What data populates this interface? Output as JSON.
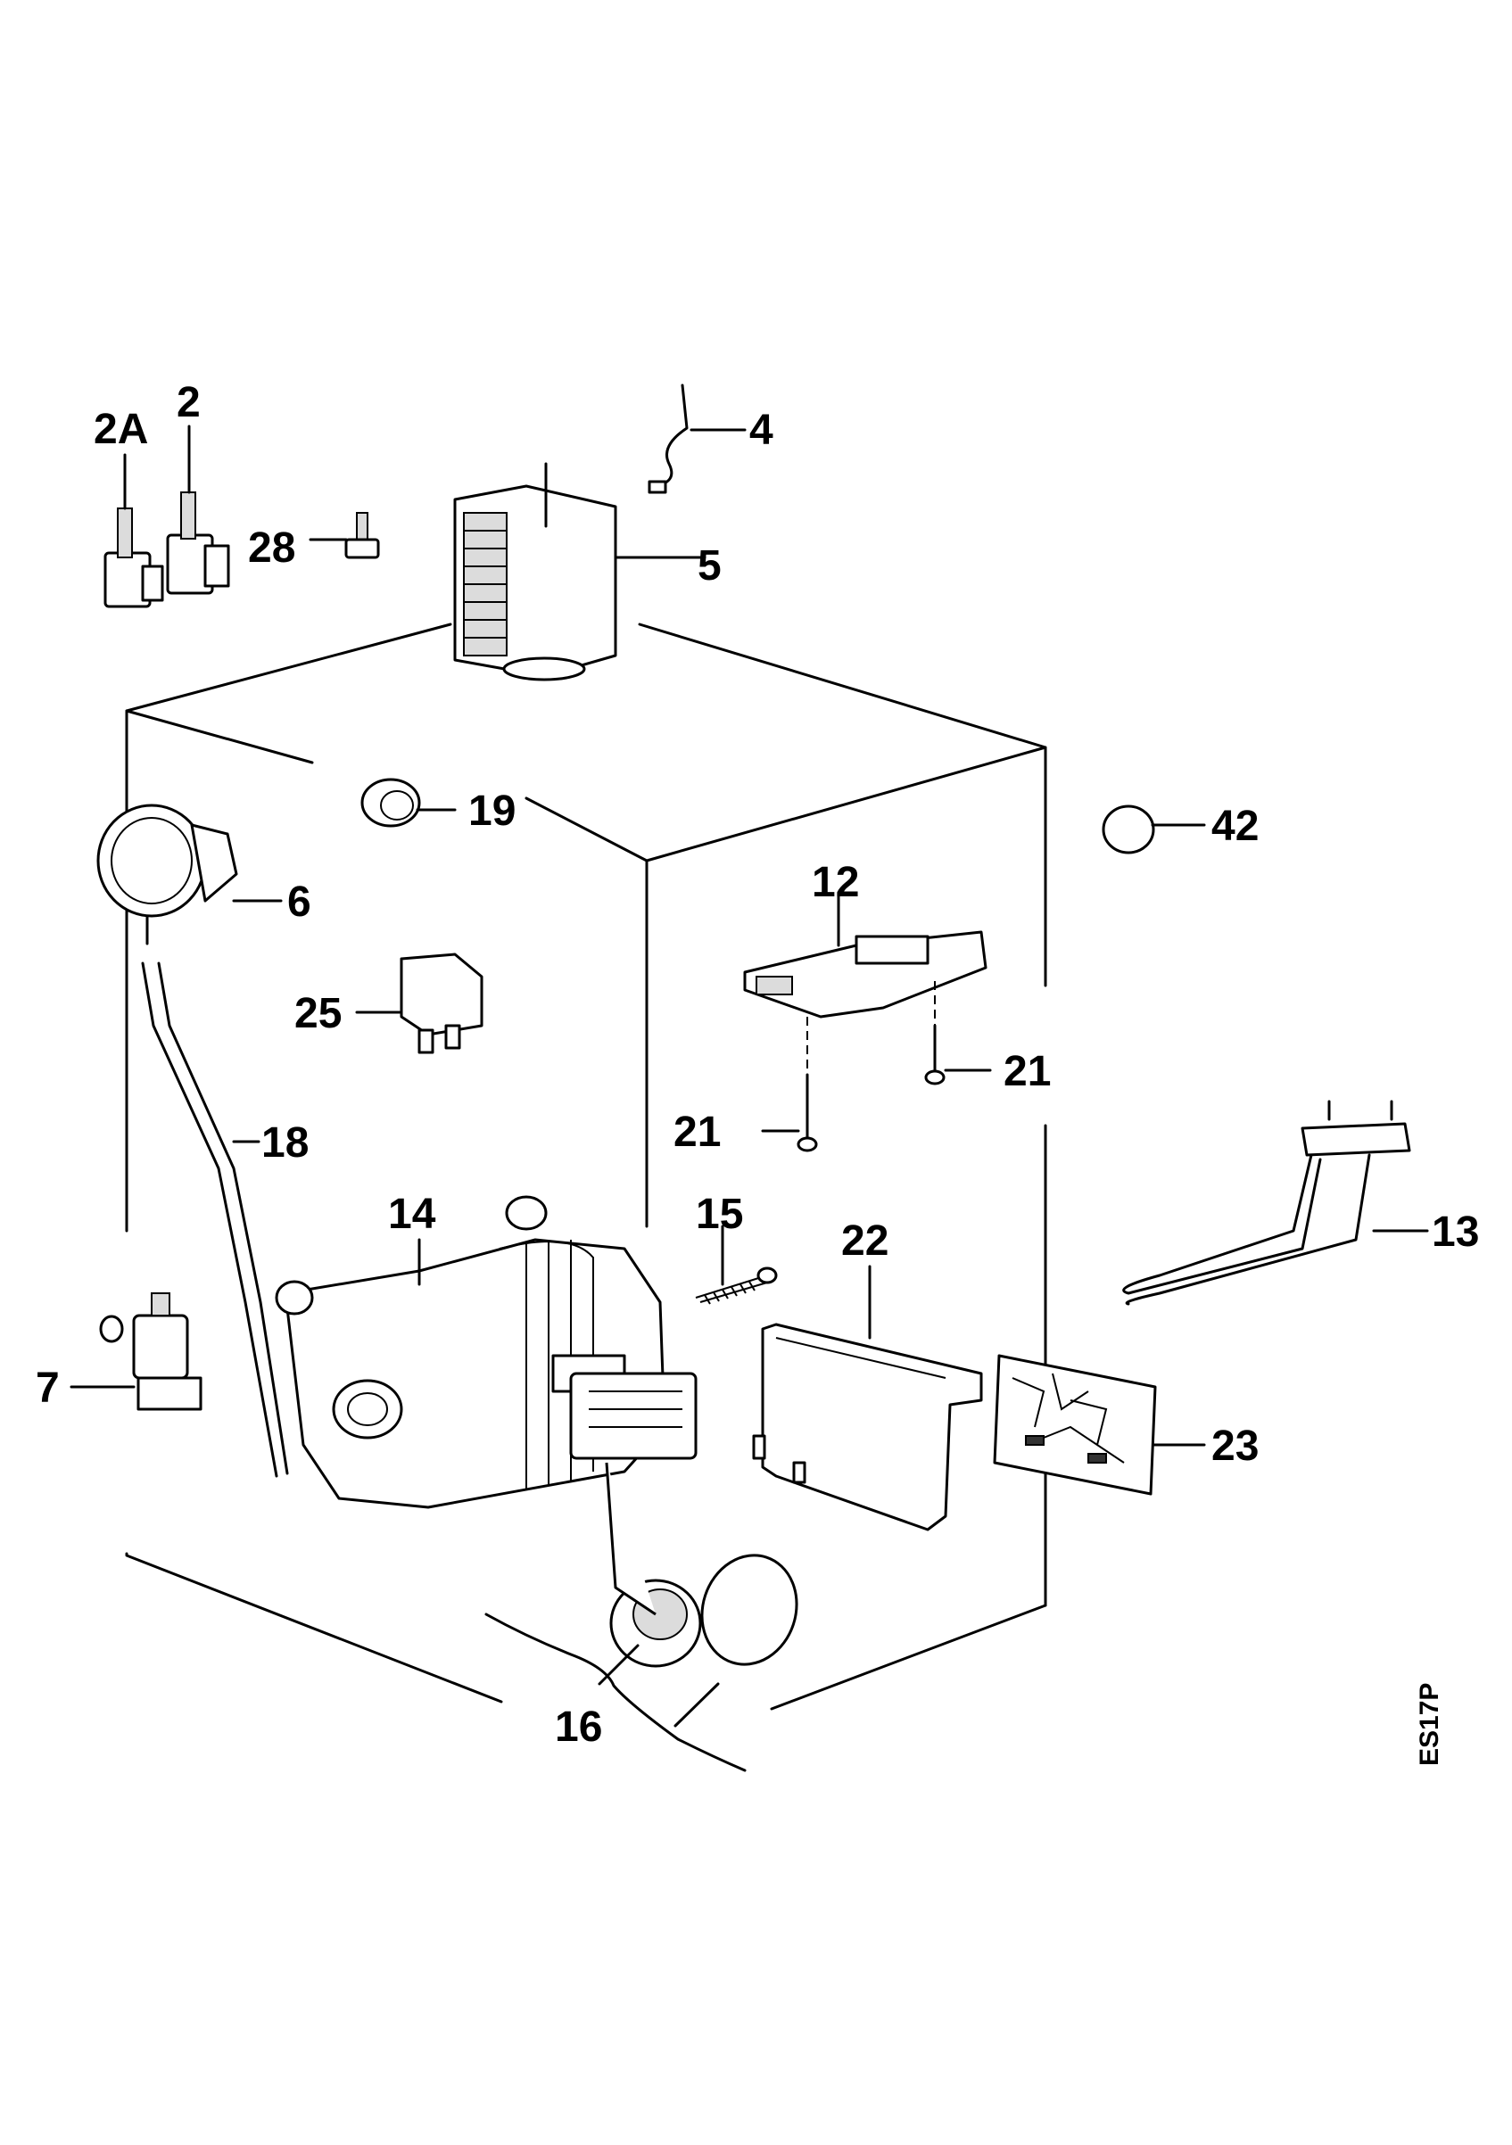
{
  "diagram": {
    "drawing_code": "ES17P",
    "part_numbers": [
      "2A",
      "2",
      "4",
      "28",
      "5",
      "19",
      "42",
      "6",
      "12",
      "25",
      "21",
      "21",
      "18",
      "13",
      "14",
      "15",
      "22",
      "7",
      "23",
      "16"
    ]
  }
}
